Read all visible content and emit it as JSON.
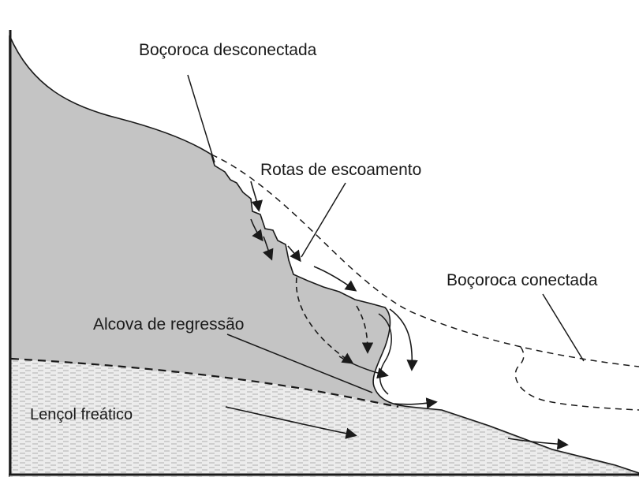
{
  "labels": {
    "disconnected_gully": "Boçoroca desconectada",
    "flow_routes": "Rotas de escoamento",
    "connected_gully": "Boçoroca conectada",
    "regression_alcove": "Alcova de regressão",
    "water_table": "Lençol freático"
  },
  "colors": {
    "hillslope_fill": "#c4c4c4",
    "water_table_zone": "#e6e6e6",
    "line": "#1a1a1a"
  }
}
